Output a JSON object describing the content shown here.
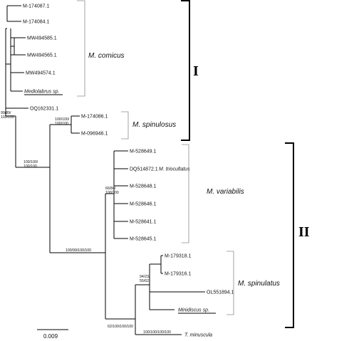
{
  "tips": {
    "m174087": "M-174087.1",
    "m174084": "M-174084.1",
    "mw494585": "MW494585.1",
    "mw494565": "MW494565.1",
    "mw494574": "MW494574.1",
    "mediolabrus": "Mediolabrus  sp.",
    "oq162331": "OQ162331.1",
    "m174086": "M-174086.1",
    "m096946": "M-096946.1",
    "m528649": "M-528649.1",
    "dq514872": "DQ514872.1",
    "dq514872_species": "M. triocultatus",
    "m528648": "M-528648.1",
    "m528646": "M-528646.1",
    "m528641": "M-528641.1",
    "m528645": "M-528645.1",
    "m179318": "M-179318.1",
    "m179316": "M-179316.1",
    "ol551894": "OL551894.1",
    "minidiscus": "Minidiscus  sp.",
    "t_minuscula": "T. minuscula"
  },
  "groups": {
    "comicus": "M. comicus",
    "spinulosus": "M. spinulosus",
    "variabilis": "M. variabilis",
    "spinulatus": "M. spinulatus"
  },
  "clades": {
    "one": "I",
    "two": "II"
  },
  "support": {
    "comicus_a": "99/89/",
    "comicus_b": "100/100",
    "spinulosus_a": "100/100/",
    "spinulosus_b": "100/100",
    "cladeI_a": "100/100/",
    "cladeI_b": "100/100",
    "variabilis_a": "66/84/",
    "variabilis_b": "100/100",
    "cladeII": "100/99/100/100",
    "spinulatus_a": "94/23/",
    "spinulatus_b": "55/62",
    "minidiscus_node": "62/100/100/100",
    "outgroup": "100/100/100/100"
  },
  "scale": {
    "label": "0.009"
  }
}
